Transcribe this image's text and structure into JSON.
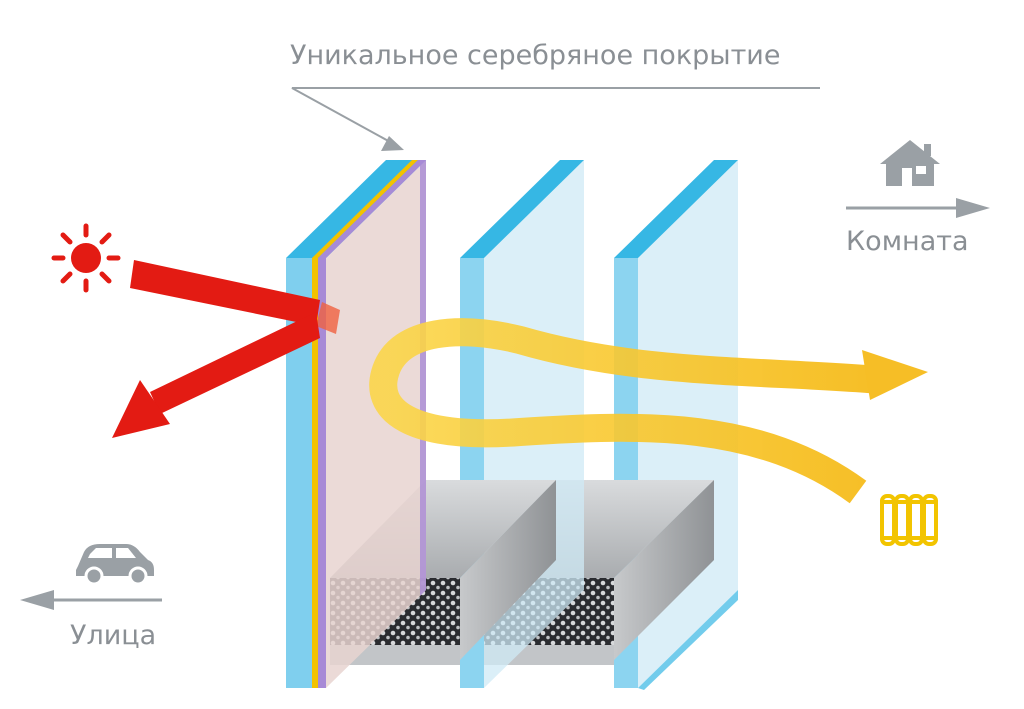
{
  "labels": {
    "coating": "Уникальное серебряное покрытие",
    "room": "Комната",
    "street": "Улица"
  },
  "icons": {
    "sun": "sun-icon",
    "house": "house-icon",
    "car": "car-icon",
    "radiator": "radiator-icon"
  },
  "colors": {
    "glass_edge": "#36b7e4",
    "glass_face": "#cfeaf6",
    "coated_face": "#e7d3d0",
    "coating_yellow": "#f2c200",
    "coating_violet": "#a78ad6",
    "solar_ray": "#e31b13",
    "heat_flow": "#f7c21b",
    "label_gray": "#8a8f94",
    "spacer_metal": "#b9bcbf",
    "desiccant": "#2a2c30"
  }
}
